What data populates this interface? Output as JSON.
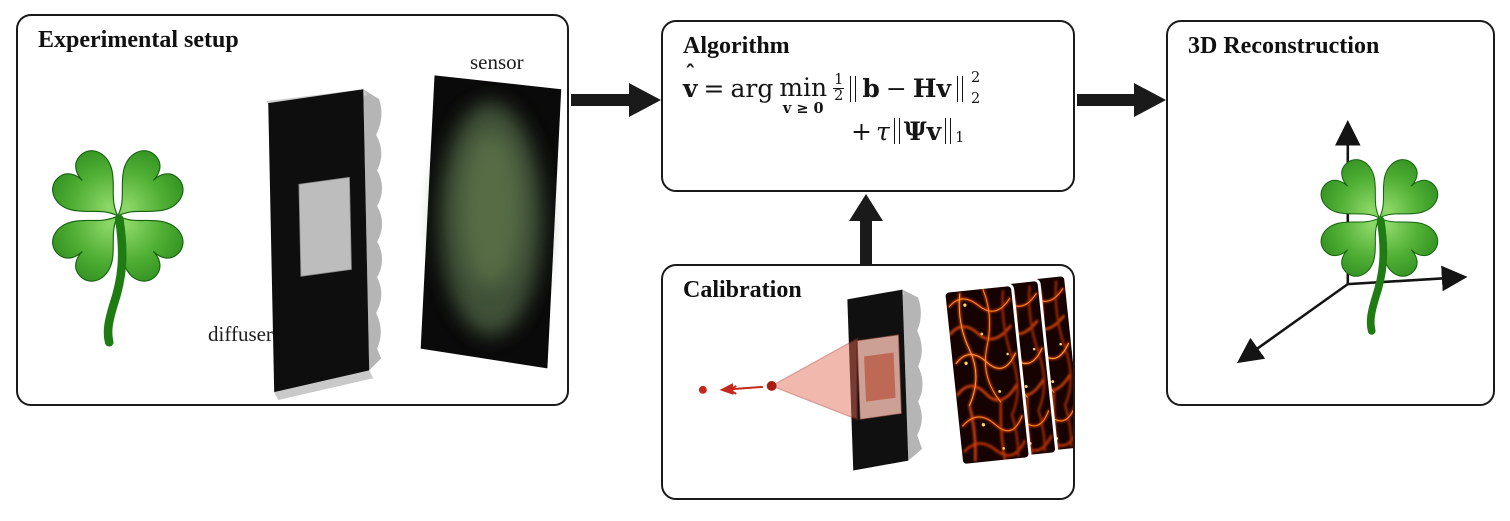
{
  "panels": {
    "setup": {
      "title": "Experimental setup",
      "sensor_label": "sensor",
      "diffuser_label": "diffuser"
    },
    "algorithm": {
      "title": "Algorithm",
      "formula": {
        "full_text": "v̂ = arg min_{v ≥ 0} ½‖b − Hv‖²₂ + τ‖Ψv‖₁",
        "hat": "ˆ",
        "v": "v",
        "equals": "=",
        "arg": "arg",
        "min": "min",
        "constraint": "v ≥ 0",
        "frac_num": "1",
        "frac_den": "2",
        "b": "b",
        "minus": "−",
        "Hv": "Hv",
        "sup_2": "2",
        "sub_2": "2",
        "plus": "+",
        "tau": "τ",
        "Psi_v": "Ψv",
        "sub_1": "1"
      }
    },
    "calibration": {
      "title": "Calibration"
    },
    "reconstruction": {
      "title": "3D Reconstruction"
    }
  },
  "graphics": {
    "scene_object": "four-leaf-clover",
    "calibration_source": "point-source",
    "caustic_frames_count": 3
  },
  "colors": {
    "box_border": "#1a1a1a",
    "arrow": "#1a1a1a",
    "clover_green": "#3f9c2c",
    "caustic_orange": "#e8520f",
    "source_red": "#c4281c",
    "background": "#ffffff"
  }
}
